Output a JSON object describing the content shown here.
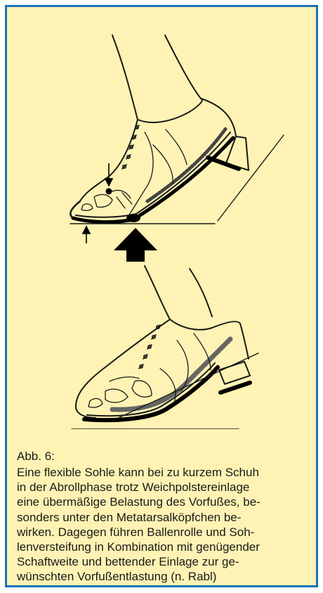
{
  "figure": {
    "label": "Abb. 6:",
    "caption_lines": [
      "Eine flexible Sohle kann bei zu kurzem Schuh",
      "in der Abrollphase trotz Weichpolstereinlage",
      "eine übermäßige Belastung des Vorfußes, be-",
      "sonders unter den Metatarsalköpfchen be-",
      "wirken. Dagegen führen Ballenrolle und Soh-",
      "lenversteifung in Kombination mit genügender",
      "Schaftweite und bettender Einlage zur ge-",
      "wünschten Vorfußentlastung (n. Rabl)"
    ]
  },
  "colors": {
    "border": "#1a72b9",
    "background": "#fef3b4",
    "ink": "#1a1a1a"
  },
  "icons": {
    "top_illustration": "shoe-flexible-sole-drawing",
    "bottom_illustration": "shoe-rigid-rocker-sole-drawing",
    "pressure_arrow": "large-up-arrow",
    "small_arrows": "small-pointer-arrows"
  }
}
